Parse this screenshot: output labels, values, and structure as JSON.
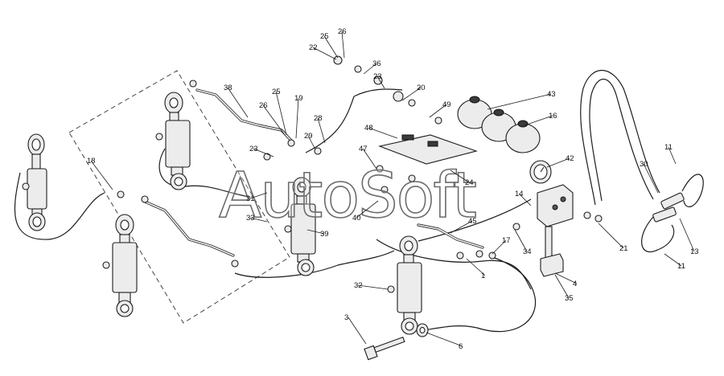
{
  "diagram": {
    "watermark": "AutoSoft",
    "callouts": [
      {
        "label": "1"
      },
      {
        "label": "3"
      },
      {
        "label": "4"
      },
      {
        "label": "6"
      },
      {
        "label": "11"
      },
      {
        "label": "11"
      },
      {
        "label": "13"
      },
      {
        "label": "14"
      },
      {
        "label": "16"
      },
      {
        "label": "17"
      },
      {
        "label": "18"
      },
      {
        "label": "19"
      },
      {
        "label": "20"
      },
      {
        "label": "21"
      },
      {
        "label": "22"
      },
      {
        "label": "23"
      },
      {
        "label": "23"
      },
      {
        "label": "24"
      },
      {
        "label": "25"
      },
      {
        "label": "25"
      },
      {
        "label": "26"
      },
      {
        "label": "26"
      },
      {
        "label": "28"
      },
      {
        "label": "29"
      },
      {
        "label": "30"
      },
      {
        "label": "31"
      },
      {
        "label": "32"
      },
      {
        "label": "33"
      },
      {
        "label": "34"
      },
      {
        "label": "35"
      },
      {
        "label": "36"
      },
      {
        "label": "38"
      },
      {
        "label": "39"
      },
      {
        "label": "40"
      },
      {
        "label": "42"
      },
      {
        "label": "43"
      },
      {
        "label": "45"
      },
      {
        "label": "47"
      },
      {
        "label": "48"
      },
      {
        "label": "49"
      }
    ]
  }
}
